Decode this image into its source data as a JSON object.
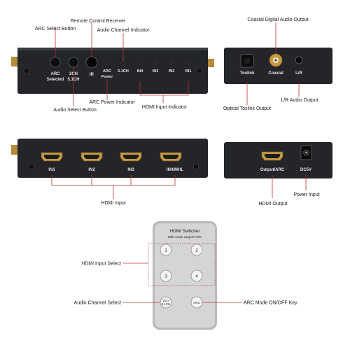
{
  "callouts": {
    "arc_select_button": "ARC Select Button",
    "remote_control_receiver": "Remote Control Receiver",
    "audio_channel_indicator": "Audio Channel Indicator",
    "coaxial_digital_audio_output": "Coaxial Digital Audio Output",
    "audio_select_button": "Audio Select Button",
    "arc_power_indicator": "ARC Power Indicator",
    "hdmi_input_indicator": "HDMI Input Indicator",
    "optical_toslink_output": "Optical Toslink Output",
    "lr_audio_output": "L/R Audio Output",
    "hdmi_input": "HDMI Input",
    "hdmi_output": "HDMI Output",
    "power_input": "Power Input",
    "hdmi_input_select": "HDMI Input Select",
    "audio_channel_select": "Audio Channel Select",
    "arc_mode_key": "ARC Mode ON/OFF Key"
  },
  "front_panel": {
    "arc": "ARC",
    "selected": "Selected",
    "ch2": "2CH",
    "ch51_small": "5.1CH",
    "ir": "IR",
    "arc_power_1": "ARC",
    "arc_power_2": "Power",
    "ch51": "5.1CH",
    "in4": "IN4",
    "in3": "IN3",
    "in2": "IN2",
    "in1": "IN1"
  },
  "rear_audio_panel": {
    "toslink": "Toslink",
    "coaxial": "Coaxial",
    "lr": "L/R"
  },
  "input_panel": {
    "in1": "IN1",
    "in2": "IN2",
    "in3": "IN3",
    "in4": "IN4/MHL"
  },
  "output_panel": {
    "output": "Output/ARC",
    "power": "DC5V"
  },
  "remote": {
    "title": "HDMI Switcher",
    "subtitle": "With Audio support ARC",
    "key1": "1",
    "key2": "2",
    "key3": "3",
    "key4": "4",
    "key_audio_1": "2CH",
    "key_audio_2": "5.1CH",
    "key_arc": "ARC"
  }
}
